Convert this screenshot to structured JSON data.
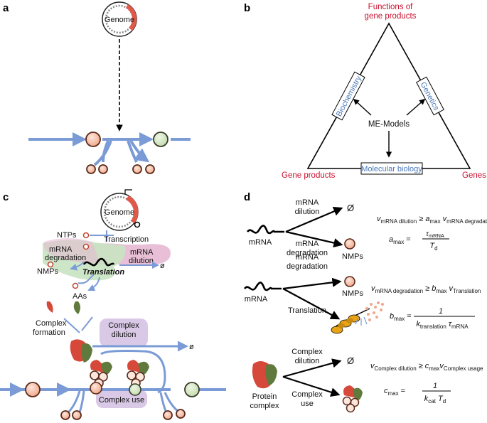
{
  "panels": {
    "a": "a",
    "b": "b",
    "c": "c",
    "d": "d"
  },
  "panel_a": {
    "genome": "Genome"
  },
  "panel_b": {
    "top": [
      "Functions of",
      "gene products"
    ],
    "left": "Gene products",
    "right": "Genes",
    "center": "ME-Models",
    "box_left": "Biochemistry",
    "box_right": "Genetics",
    "box_bottom": "Molecular biology"
  },
  "panel_c": {
    "genome": "Genome",
    "ntps": "NTPs",
    "transcription": "Transcription",
    "mrna_degradation": [
      "mRNA",
      "degradation"
    ],
    "mrna_dilution": [
      "mRNA",
      "dilution"
    ],
    "nmps": "NMPs",
    "translation": "Translation",
    "null1": "ø",
    "aas": "AAs",
    "complex_formation": [
      "Complex",
      "formation"
    ],
    "complex_dilution": [
      "Complex",
      "dilution"
    ],
    "null2": "ø",
    "complex_use": "Complex use"
  },
  "panel_d": {
    "row1": {
      "top": [
        "mRNA",
        "dilution"
      ],
      "null": "Ø",
      "species": "mRNA",
      "bottom": [
        "mRNA",
        "degradation"
      ],
      "product": "NMPs"
    },
    "row2": {
      "top": [
        "mRNA",
        "degradation"
      ],
      "product": "NMPs",
      "species": "mRNA",
      "bottom": "Translation"
    },
    "row3": {
      "top": [
        "Complex",
        "dilution"
      ],
      "null": "Ø",
      "species": [
        "Protein",
        "complex"
      ],
      "bottom": [
        "Complex",
        "use"
      ]
    },
    "eq1": {
      "ineq_v": "v",
      "ineq_sub1": "mRNA dilution",
      "ineq_ge": " ≥ ",
      "ineq_a": "a",
      "ineq_sub2": "max",
      "ineq_v2": " v",
      "ineq_sub3": "mRNA degradation",
      "lhs": "a",
      "lhs_sub": "max",
      "eq": " = ",
      "num": "τ",
      "num_sub": "mRNA",
      "den": "T",
      "den_sub": "d"
    },
    "eq2": {
      "ineq_v": "v",
      "ineq_sub1": "mRNA degradation",
      "ineq_ge": " ≥ ",
      "ineq_b": "b",
      "ineq_sub2": "max",
      "ineq_v2": " v",
      "ineq_sub3": "Translation",
      "lhs": "b",
      "lhs_sub": "max",
      "eq": " = ",
      "num": "1",
      "den_k": "k",
      "den_sub1": "translation",
      "den_tau": " τ",
      "den_sub2": "mRNA"
    },
    "eq3": {
      "ineq_v": "v",
      "ineq_sub1": "Complex dilution",
      "ineq_ge": " ≥ ",
      "ineq_c": "c",
      "ineq_sub2": "max",
      "ineq_v2": "v",
      "ineq_sub3": "Complex usage",
      "lhs": "c",
      "lhs_sub": "max",
      "eq": " = ",
      "num": "1",
      "den_k": "k",
      "den_sub1": "cat",
      "den_T": " T",
      "den_sub2": "d"
    }
  },
  "colors": {
    "pathway_blue": "#7b9bd6",
    "label_red": "#c8102e",
    "label_blue": "#4a78b8",
    "enzyme_red": "#d6493a",
    "enzyme_green": "#5f7a3c",
    "purple_bg": "#d9c9e6",
    "pink_bg": "#e6b8d3",
    "green_bg": "#c9e3c2"
  }
}
